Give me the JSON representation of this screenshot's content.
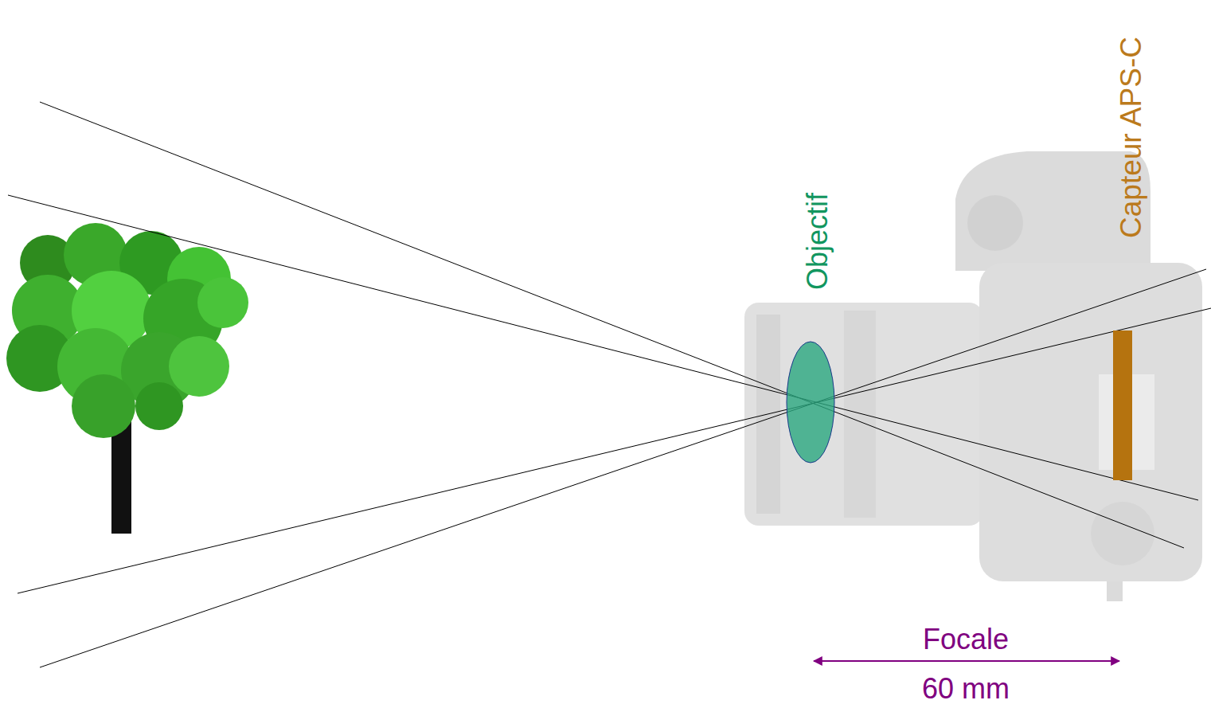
{
  "diagram": {
    "labels": [
      "Objectif",
      "Capteur APS-C",
      "Focale",
      "60 mm"
    ]
  }
}
